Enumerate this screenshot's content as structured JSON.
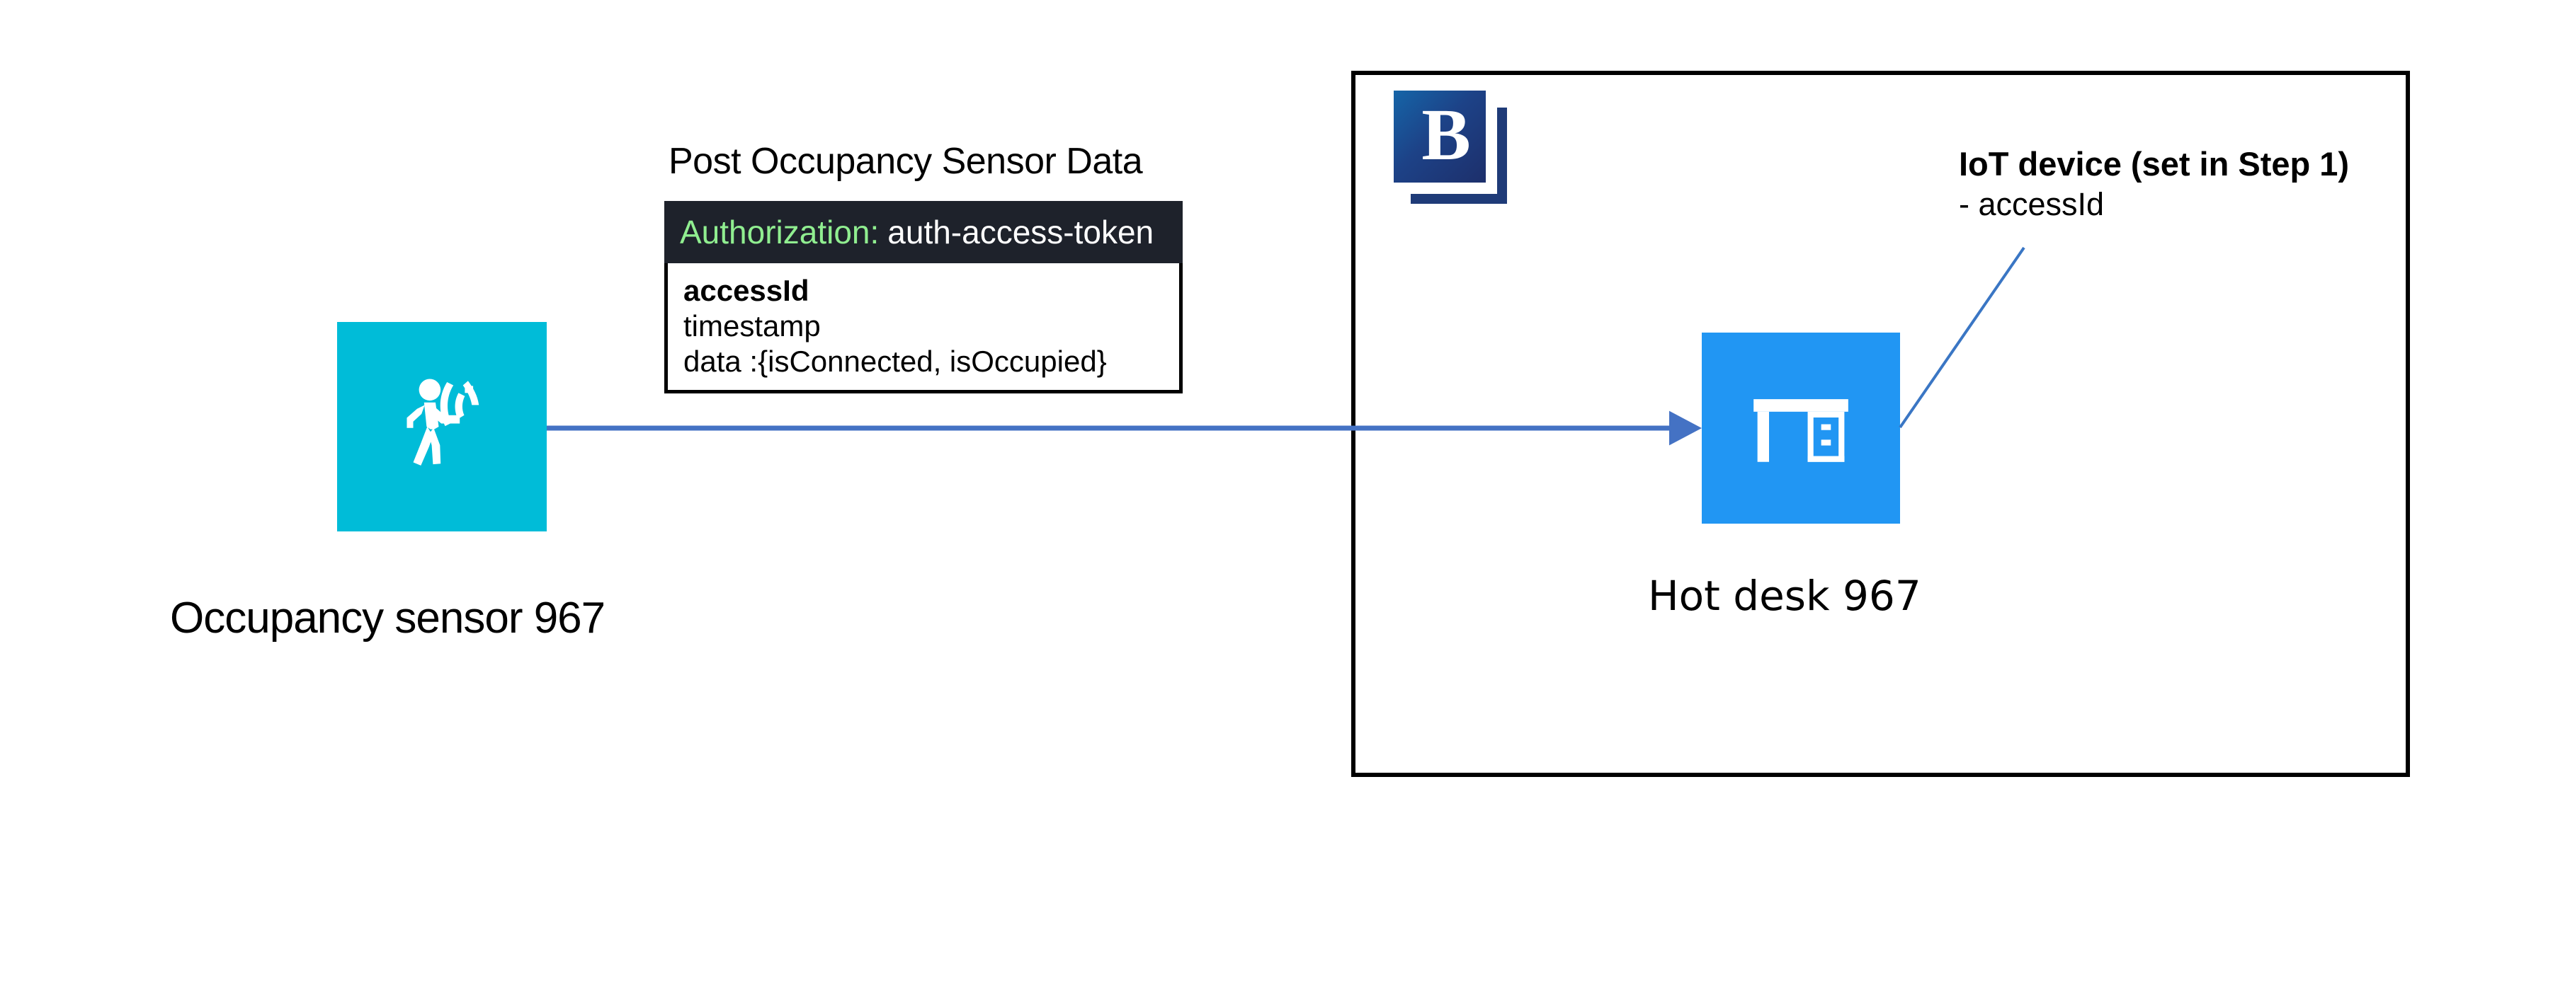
{
  "diagram": {
    "title_text": "Post Occupancy Sensor Data",
    "background_color": "#ffffff"
  },
  "zone": {
    "name": "building-zone",
    "border_color": "#000000",
    "logo": {
      "letter": "B",
      "icon": "brand-b-logo",
      "color": "#1d2f6b"
    }
  },
  "nodes": {
    "sensor": {
      "caption": "Occupancy sensor 967",
      "icon": "occupancy-sensor-icon",
      "tile_color": "#00BCD8"
    },
    "desk": {
      "caption": "Hot desk 967",
      "icon": "desk-icon",
      "tile_color": "#2196F3"
    }
  },
  "request": {
    "title": "Post Occupancy Sensor Data",
    "header": {
      "key": "Authorization:",
      "value": "auth-access-token",
      "key_color": "#90EE90",
      "value_color": "#ffffff",
      "background_color": "#1E222B"
    },
    "body_fields": [
      "accessId",
      "timestamp",
      "data :{isConnected, isOccupied}"
    ]
  },
  "annotation": {
    "title": "IoT device (set in Step 1)",
    "subtitle": "- accessId"
  },
  "connectors": {
    "flow_arrow_color": "#4472C4",
    "leader_line_color": "#3A76C4"
  }
}
